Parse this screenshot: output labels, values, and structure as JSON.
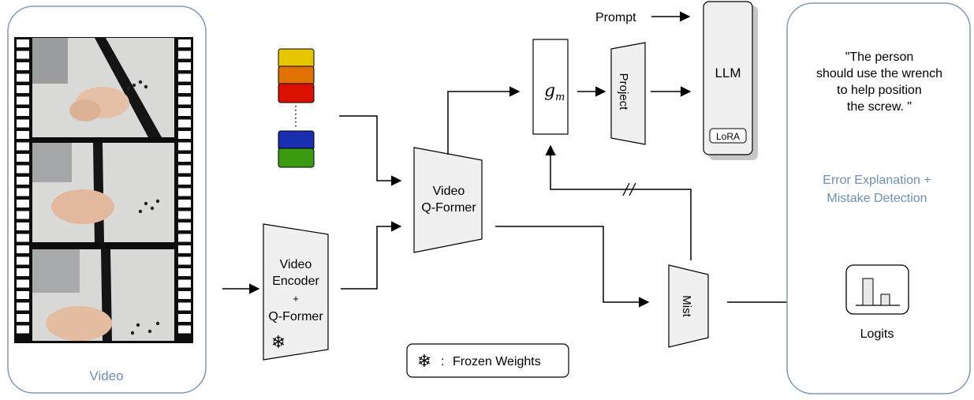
{
  "video_panel": {
    "label": "Video",
    "frames": [
      {
        "scene": "hands-with-wrench-frame-1"
      },
      {
        "scene": "hands-with-wrench-frame-2"
      },
      {
        "scene": "hands-with-wrench-frame-3"
      }
    ]
  },
  "encoder": {
    "line1": "Video",
    "line2": "Encoder",
    "line3": "+",
    "line4": "Q-Former",
    "frozen_icon": "snowflake-icon"
  },
  "query_tokens": {
    "colors_top": [
      "#e6c600",
      "#e07000",
      "#dd1100"
    ],
    "colors_bottom": [
      "#1a2fb0",
      "#3a9a10"
    ]
  },
  "video_qformer": {
    "line1": "Video",
    "line2": "Q-Former"
  },
  "gm": {
    "symbol": "g",
    "subscript": "m"
  },
  "project": {
    "label": "Project"
  },
  "prompt": {
    "label": "Prompt"
  },
  "llm": {
    "label": "LLM",
    "lora": "LoRA"
  },
  "mist": {
    "label": "Mist"
  },
  "legend": {
    "icon": "snowflake-icon",
    "separator": ":",
    "text": "Frozen Weights"
  },
  "output_panel": {
    "quote_lines": [
      "\"The person",
      "should use the wrench",
      "to help position",
      "the screw. \""
    ],
    "task_lines": [
      "Error Explanation +",
      "Mistake Detection"
    ],
    "logits_label": "Logits",
    "logits_bars": [
      0.85,
      0.35
    ],
    "task_color": "#6f8fb5",
    "panel_border": "#7f99bb"
  }
}
